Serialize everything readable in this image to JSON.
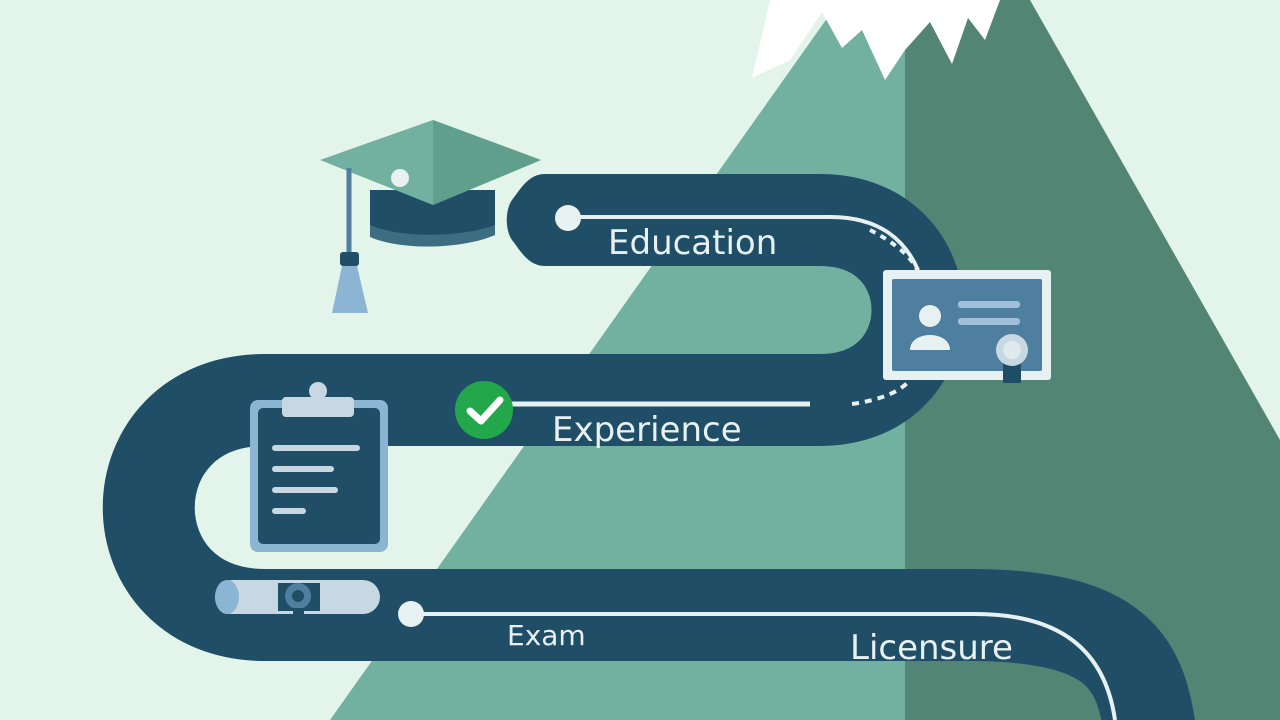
{
  "colors": {
    "background": "#e3f4ea",
    "mountain_light": "#72b19f",
    "mountain_dark": "#538575",
    "snow": "#ffffff",
    "road": "#1f4e66",
    "icon_fill": "#4e7f9e",
    "check_green": "#22a84b"
  },
  "steps": [
    {
      "label": "Education",
      "icon": "graduation-cap-icon"
    },
    {
      "label": "Experience",
      "icon": "check-circle-icon"
    },
    {
      "label": "Exam",
      "icon": "clipboard-icon"
    },
    {
      "label": "Licensure",
      "icon": "license-card-icon"
    }
  ],
  "decorations": [
    "diploma-scroll-icon",
    "certificate-card-icon",
    "mountain",
    "winding-road"
  ]
}
